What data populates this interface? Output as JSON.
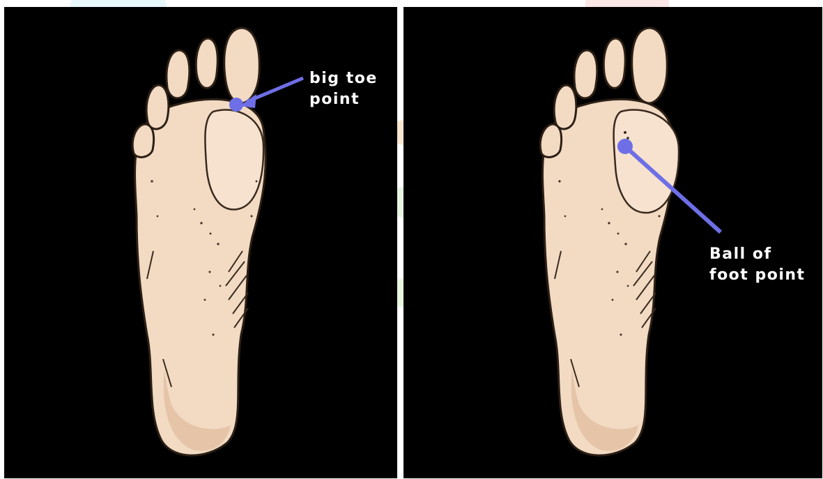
{
  "colors": {
    "panel_background": "#000000",
    "skin": "#f3dcc6",
    "skin_shadow": "#e5c2a3",
    "outline": "#3a2a1e",
    "marker": "#6e6ee6",
    "label_text": "#ffffff",
    "page_background": "#ffffff"
  },
  "panels": [
    {
      "id": "left",
      "label_lines": [
        "big toe",
        "point"
      ],
      "marker_icon": "dot-with-arrow"
    },
    {
      "id": "right",
      "label_lines": [
        "Ball of",
        "foot point"
      ],
      "marker_icon": "dot-with-line"
    }
  ]
}
